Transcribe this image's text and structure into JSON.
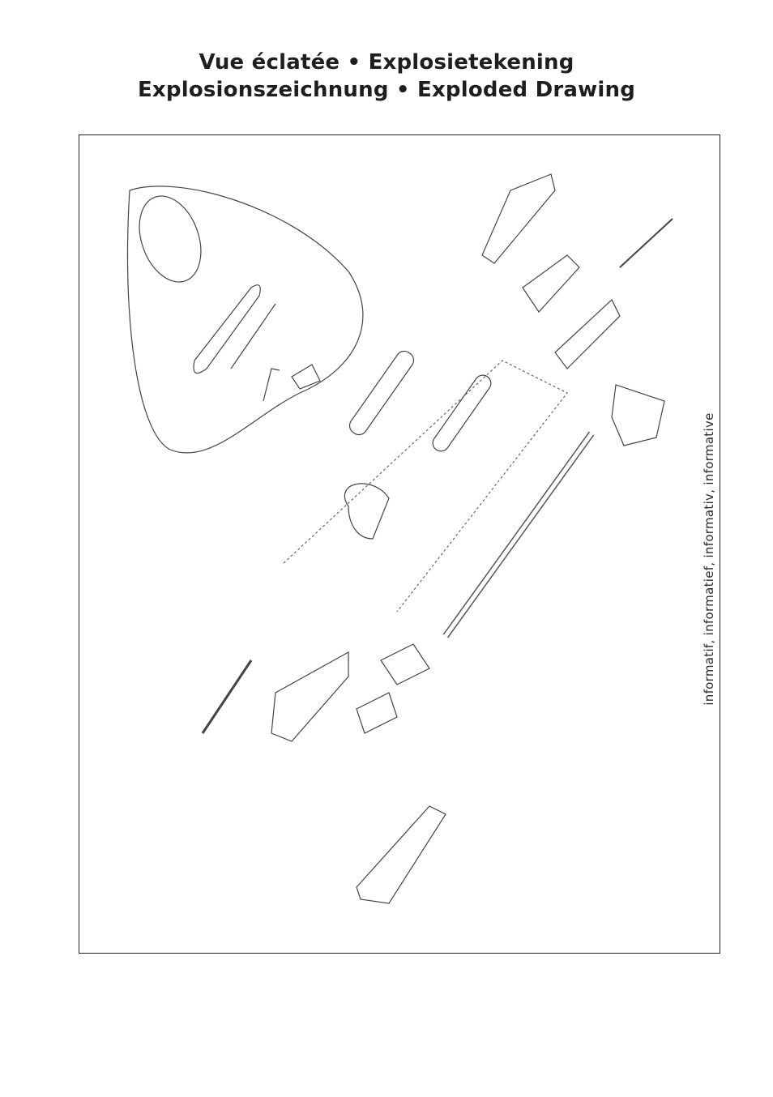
{
  "heading": {
    "line1": "Vue éclatée • Explosietekening",
    "line2": "Explosionszeichnung • Exploded Drawing"
  },
  "side_note": "informatif, informatief, informativ, informative"
}
